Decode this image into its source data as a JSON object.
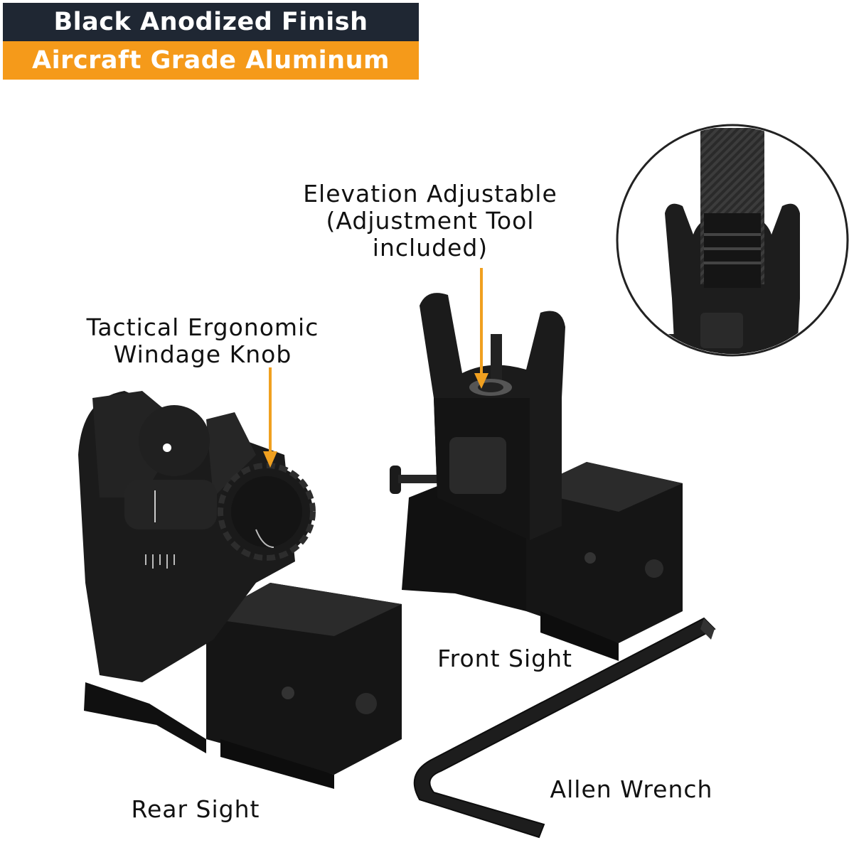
{
  "banner": {
    "line1": "Black Anodized Finish",
    "line2": "Aircraft Grade Aluminum"
  },
  "callouts": {
    "elevation": {
      "line1": "Elevation Adjustable",
      "line2": "(Adjustment Tool",
      "line3": "included)"
    },
    "windage": {
      "line1": "Tactical Ergonomic",
      "line2": "Windage Knob"
    }
  },
  "parts": {
    "front_sight": "Front Sight",
    "rear_sight": "Rear Sight",
    "allen_wrench": "Allen Wrench"
  },
  "colors": {
    "banner_dark": "#1f2733",
    "banner_orange": "#f59a1a",
    "callout_arrow": "#f0a020",
    "metal": "#1a1a1a"
  }
}
